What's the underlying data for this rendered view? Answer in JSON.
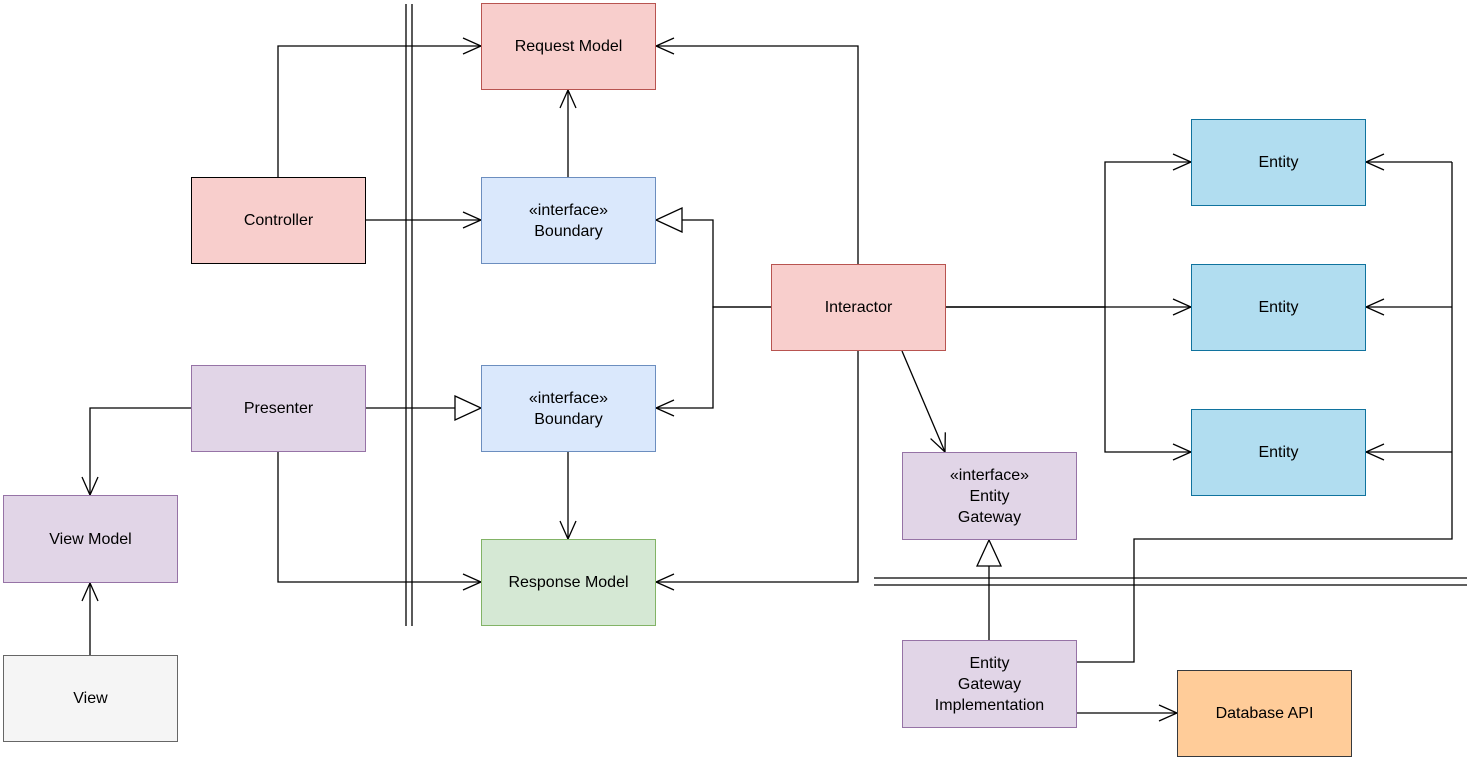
{
  "nodes": {
    "request_model": {
      "lines": [
        "Request Model"
      ]
    },
    "controller": {
      "lines": [
        "Controller"
      ]
    },
    "boundary_in": {
      "lines": [
        "«interface»",
        "Boundary"
      ]
    },
    "interactor": {
      "lines": [
        "Interactor"
      ]
    },
    "presenter": {
      "lines": [
        "Presenter"
      ]
    },
    "boundary_out": {
      "lines": [
        "«interface»",
        "Boundary"
      ]
    },
    "view_model": {
      "lines": [
        "View Model"
      ]
    },
    "response_model": {
      "lines": [
        "Response Model"
      ]
    },
    "view": {
      "lines": [
        "View"
      ]
    },
    "entity_1": {
      "lines": [
        "Entity"
      ]
    },
    "entity_2": {
      "lines": [
        "Entity"
      ]
    },
    "entity_3": {
      "lines": [
        "Entity"
      ]
    },
    "entity_gateway": {
      "lines": [
        "«interface»",
        "Entity",
        "Gateway"
      ]
    },
    "entity_gateway_impl": {
      "lines": [
        "Entity",
        "Gateway",
        "Implementation"
      ]
    },
    "database_api": {
      "lines": [
        "Database API"
      ]
    }
  },
  "colors": {
    "line": "#000000",
    "pink_fill": "#f8cecc",
    "pink_stroke": "#b85450",
    "blue_fill": "#dae8fc",
    "blue_stroke": "#6c8ebf",
    "green_fill": "#d5e8d4",
    "green_stroke": "#82b366",
    "purple_fill": "#e1d5e7",
    "purple_stroke": "#9673a6",
    "grey_fill": "#f5f5f5",
    "grey_stroke": "#666666",
    "cyan_fill": "#b1ddf0",
    "cyan_stroke": "#10739e",
    "orange_fill": "#ffcc99"
  }
}
